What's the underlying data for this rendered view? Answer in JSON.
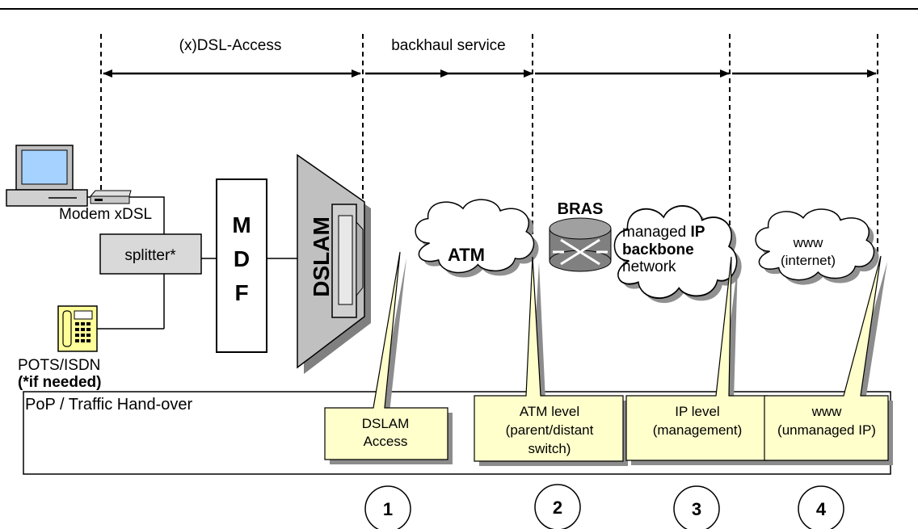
{
  "colors": {
    "callout": "#FFFFCC",
    "cloud": "#FFFFFF",
    "dslam": "#C0C0C0",
    "splitter": "#D9D9D9",
    "bras": "#808080",
    "monitor": "#A6D2FF",
    "phone": "#FFFF99"
  },
  "header": {
    "access_label": "(x)DSL-Access",
    "backhaul_label": "backhaul service"
  },
  "devices": {
    "modem": "Modem xDSL",
    "splitter": "splitter*",
    "phone_line1": "POTS/ISDN",
    "phone_line2": "(*if needed)",
    "mdf": [
      "M",
      "D",
      "F"
    ],
    "dslam": "DSLAM",
    "bras": "BRAS"
  },
  "clouds": {
    "atm": "ATM",
    "ip_line1_pre": "managed ",
    "ip_line1_bold": "IP",
    "ip_line2": "backbone",
    "ip_line3": "network",
    "www_line1": "www",
    "www_line2": "(internet)"
  },
  "pop": {
    "title": "PoP / Traffic Hand-over"
  },
  "handovers": [
    {
      "lines": [
        "DSLAM",
        "Access"
      ],
      "number": "1"
    },
    {
      "lines": [
        "ATM level",
        "(parent/distant",
        "switch)"
      ],
      "number": "2"
    },
    {
      "lines": [
        "IP level",
        "(management)"
      ],
      "number": "3"
    },
    {
      "lines": [
        "www",
        "(unmanaged IP)"
      ],
      "number": "4"
    }
  ]
}
